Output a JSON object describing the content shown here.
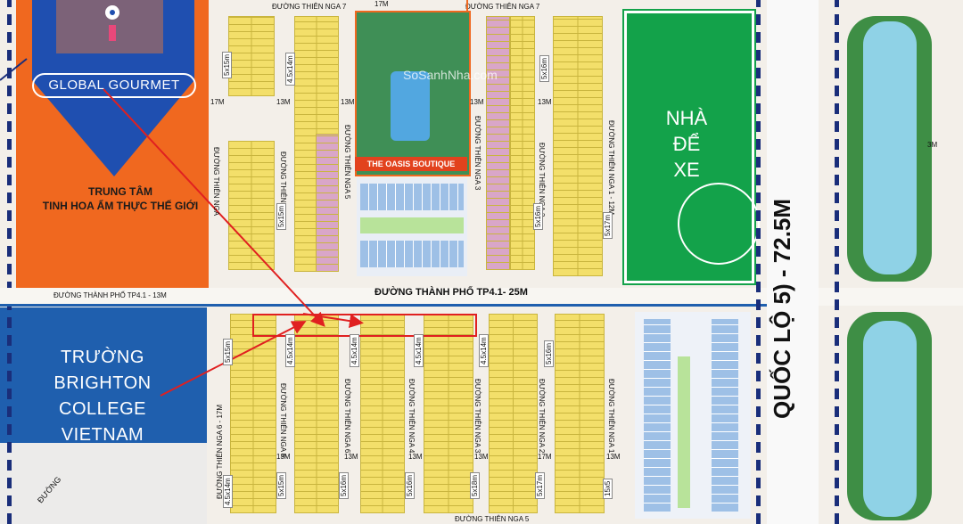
{
  "map": {
    "top_road_labels": [
      "ĐƯỜNG THIÊN NGA 7",
      "ĐƯỜNG THIÊN NGA 7"
    ],
    "main_road": "ĐƯỜNG THÀNH PHỐ TP4.1 - 13M",
    "main_road_right": "ĐƯỜNG THÀNH PHỐ TP4.1- 25M",
    "bottom_road": "ĐƯỜNG THIÊN NGA 5",
    "highway": "QUỐC LỘ 5) - 72.5M",
    "width_labels": [
      "17M",
      "13M",
      "13M",
      "17M",
      "13M",
      "13M",
      "13M",
      "13M",
      "13M",
      "13M",
      "17M",
      "13M",
      "3M"
    ],
    "lot_sizes": [
      "5x15m",
      "4.5x14m",
      "5x15m",
      "4.5x14m",
      "5x16m",
      "5x16m",
      "5x17m",
      "5x15m",
      "4.5x14m",
      "4.5x14m",
      "4.5x14m",
      "4.5x14m",
      "5x16m",
      "5x15m",
      "5x16m",
      "5x16m",
      "5x18m",
      "5x17m",
      "15x5"
    ],
    "street_names_upper": [
      "ĐƯỜNG THIÊN NGA",
      "ĐƯỜNG THIÊN NGA 6",
      "ĐƯỜNG THIÊN NGA 5",
      "ĐƯỜNG THIÊN NGA 3",
      "ĐƯỜNG THIÊN NGA 2",
      "ĐƯỜNG THIÊN NGA 1 - 12M"
    ],
    "street_names_lower": [
      "ĐƯỜNG THIÊN NGA 6 - 17M",
      "ĐƯỜNG THIÊN NGA 6",
      "ĐƯỜNG THIÊN NGA 6",
      "ĐƯỜNG THIÊN NGA 4",
      "ĐƯỜNG THIÊN NGA 3",
      "ĐƯỜNG THIÊN NGA 2",
      "ĐƯỜNG THIÊN NGA 1"
    ],
    "global_gourmet": "GLOBAL GOURMET",
    "gourmet_center": "TRUNG TÂM\nTINH HOA ẨM THỰC THẾ GIỚI",
    "school": "TRƯỜNG\nBRIGHTON\nCOLLEGE\nVIETNAM",
    "parking": "NHÀ\nĐỂ\nXE",
    "oasis": "THE OASIS BOUTIQUE",
    "watermark": "SoSanhNha.com",
    "corner_road": "ĐƯỜNG",
    "colors": {
      "orange": "#f0681f",
      "blue": "#1f5fae",
      "lot": "#f3df6a",
      "green": "#13a24a",
      "arrow": "#e02020"
    }
  }
}
